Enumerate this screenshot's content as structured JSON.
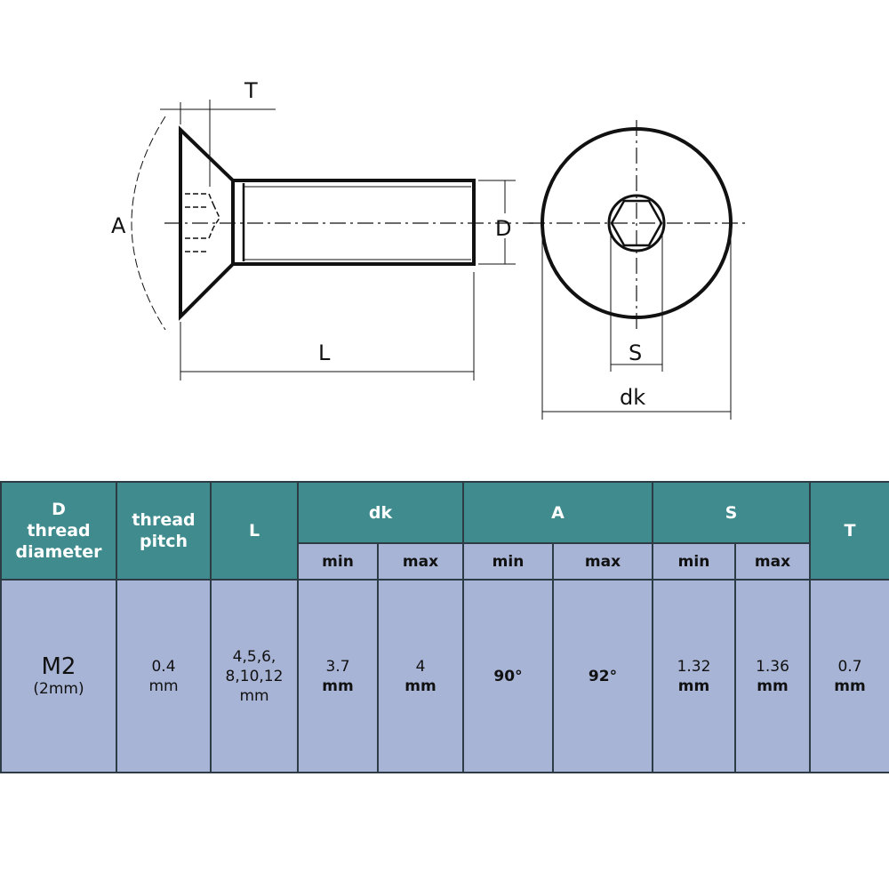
{
  "drawing": {
    "labels": {
      "T": "T",
      "A": "A",
      "D": "D",
      "L": "L",
      "S": "S",
      "dk": "dk"
    }
  },
  "table": {
    "headers": {
      "d": [
        "D",
        "thread",
        "diameter"
      ],
      "pitch": [
        "thread",
        "pitch"
      ],
      "l": "L",
      "dk": "dk",
      "a": "A",
      "s": "S",
      "t": "T",
      "min": "min",
      "max": "max"
    },
    "row": {
      "d_main": "M2",
      "d_sub": "(2mm)",
      "pitch": [
        "0.4",
        "mm"
      ],
      "l": [
        "4,5,6,",
        "8,10,12",
        "mm"
      ],
      "dk_min": [
        "3.7",
        "mm"
      ],
      "dk_max": [
        "4",
        "mm"
      ],
      "a_min": "90°",
      "a_max": "92°",
      "s_min": [
        "1.32",
        "mm"
      ],
      "s_max": [
        "1.36",
        "mm"
      ],
      "t": [
        "0.7",
        "mm"
      ]
    }
  },
  "colors": {
    "header": "#3f8b8d",
    "cell": "#a7b4d5",
    "border": "#2c3b44"
  }
}
